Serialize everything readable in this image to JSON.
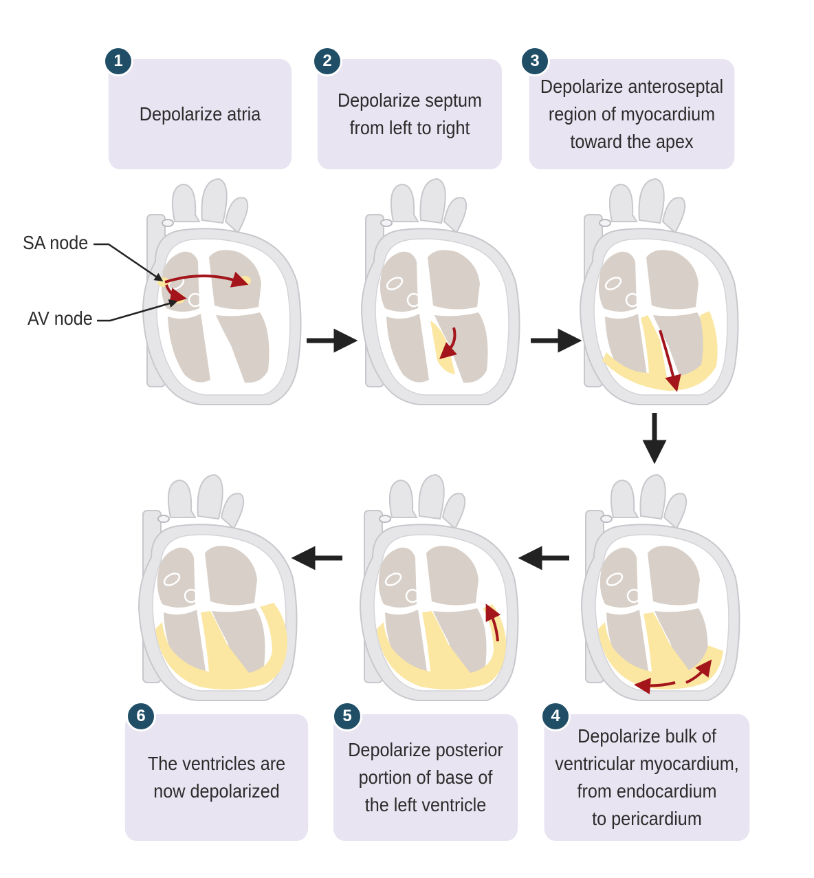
{
  "steps": [
    {
      "number": "1",
      "text": "Depolarize atria"
    },
    {
      "number": "2",
      "text": "Depolarize septum\nfrom left to right"
    },
    {
      "number": "3",
      "text": "Depolarize anteroseptal\nregion of myocardium\ntoward the apex"
    },
    {
      "number": "4",
      "text": "Depolarize bulk of\nventricular myocardium,\nfrom endocardium\nto pericardium"
    },
    {
      "number": "5",
      "text": "Depolarize posterior\nportion of base of\nthe left ventricle"
    },
    {
      "number": "6",
      "text": "The ventricles are\nnow depolarized"
    }
  ],
  "labels": {
    "sa_node": "SA node",
    "av_node": "AV node"
  },
  "colors": {
    "box_fill": "#e8e4f1",
    "badge": "#1f4e66",
    "heart_outline": "#e6e6e8",
    "chamber": "#d7cfc8",
    "depolarized": "#fbe7a1",
    "conduction_arrow": "#a3151b",
    "flow_arrow": "#222222"
  }
}
